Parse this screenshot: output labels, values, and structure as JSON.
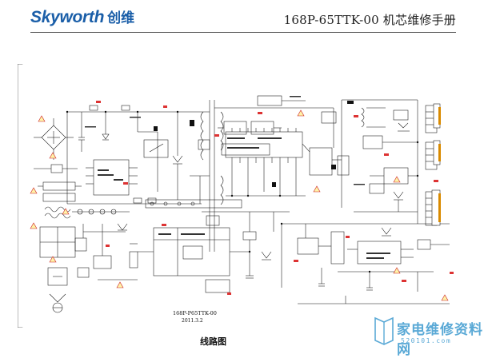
{
  "header": {
    "brand": "Skyworth",
    "brand_cn": "创维",
    "doc_title": "168P-65TTK-00 机芯维修手册"
  },
  "schematic": {
    "model": "168P-P65TTK-00",
    "date": "2011.3.2"
  },
  "caption": "线路图",
  "watermark": {
    "text": "家电维修资料网",
    "url": "520101.com"
  }
}
